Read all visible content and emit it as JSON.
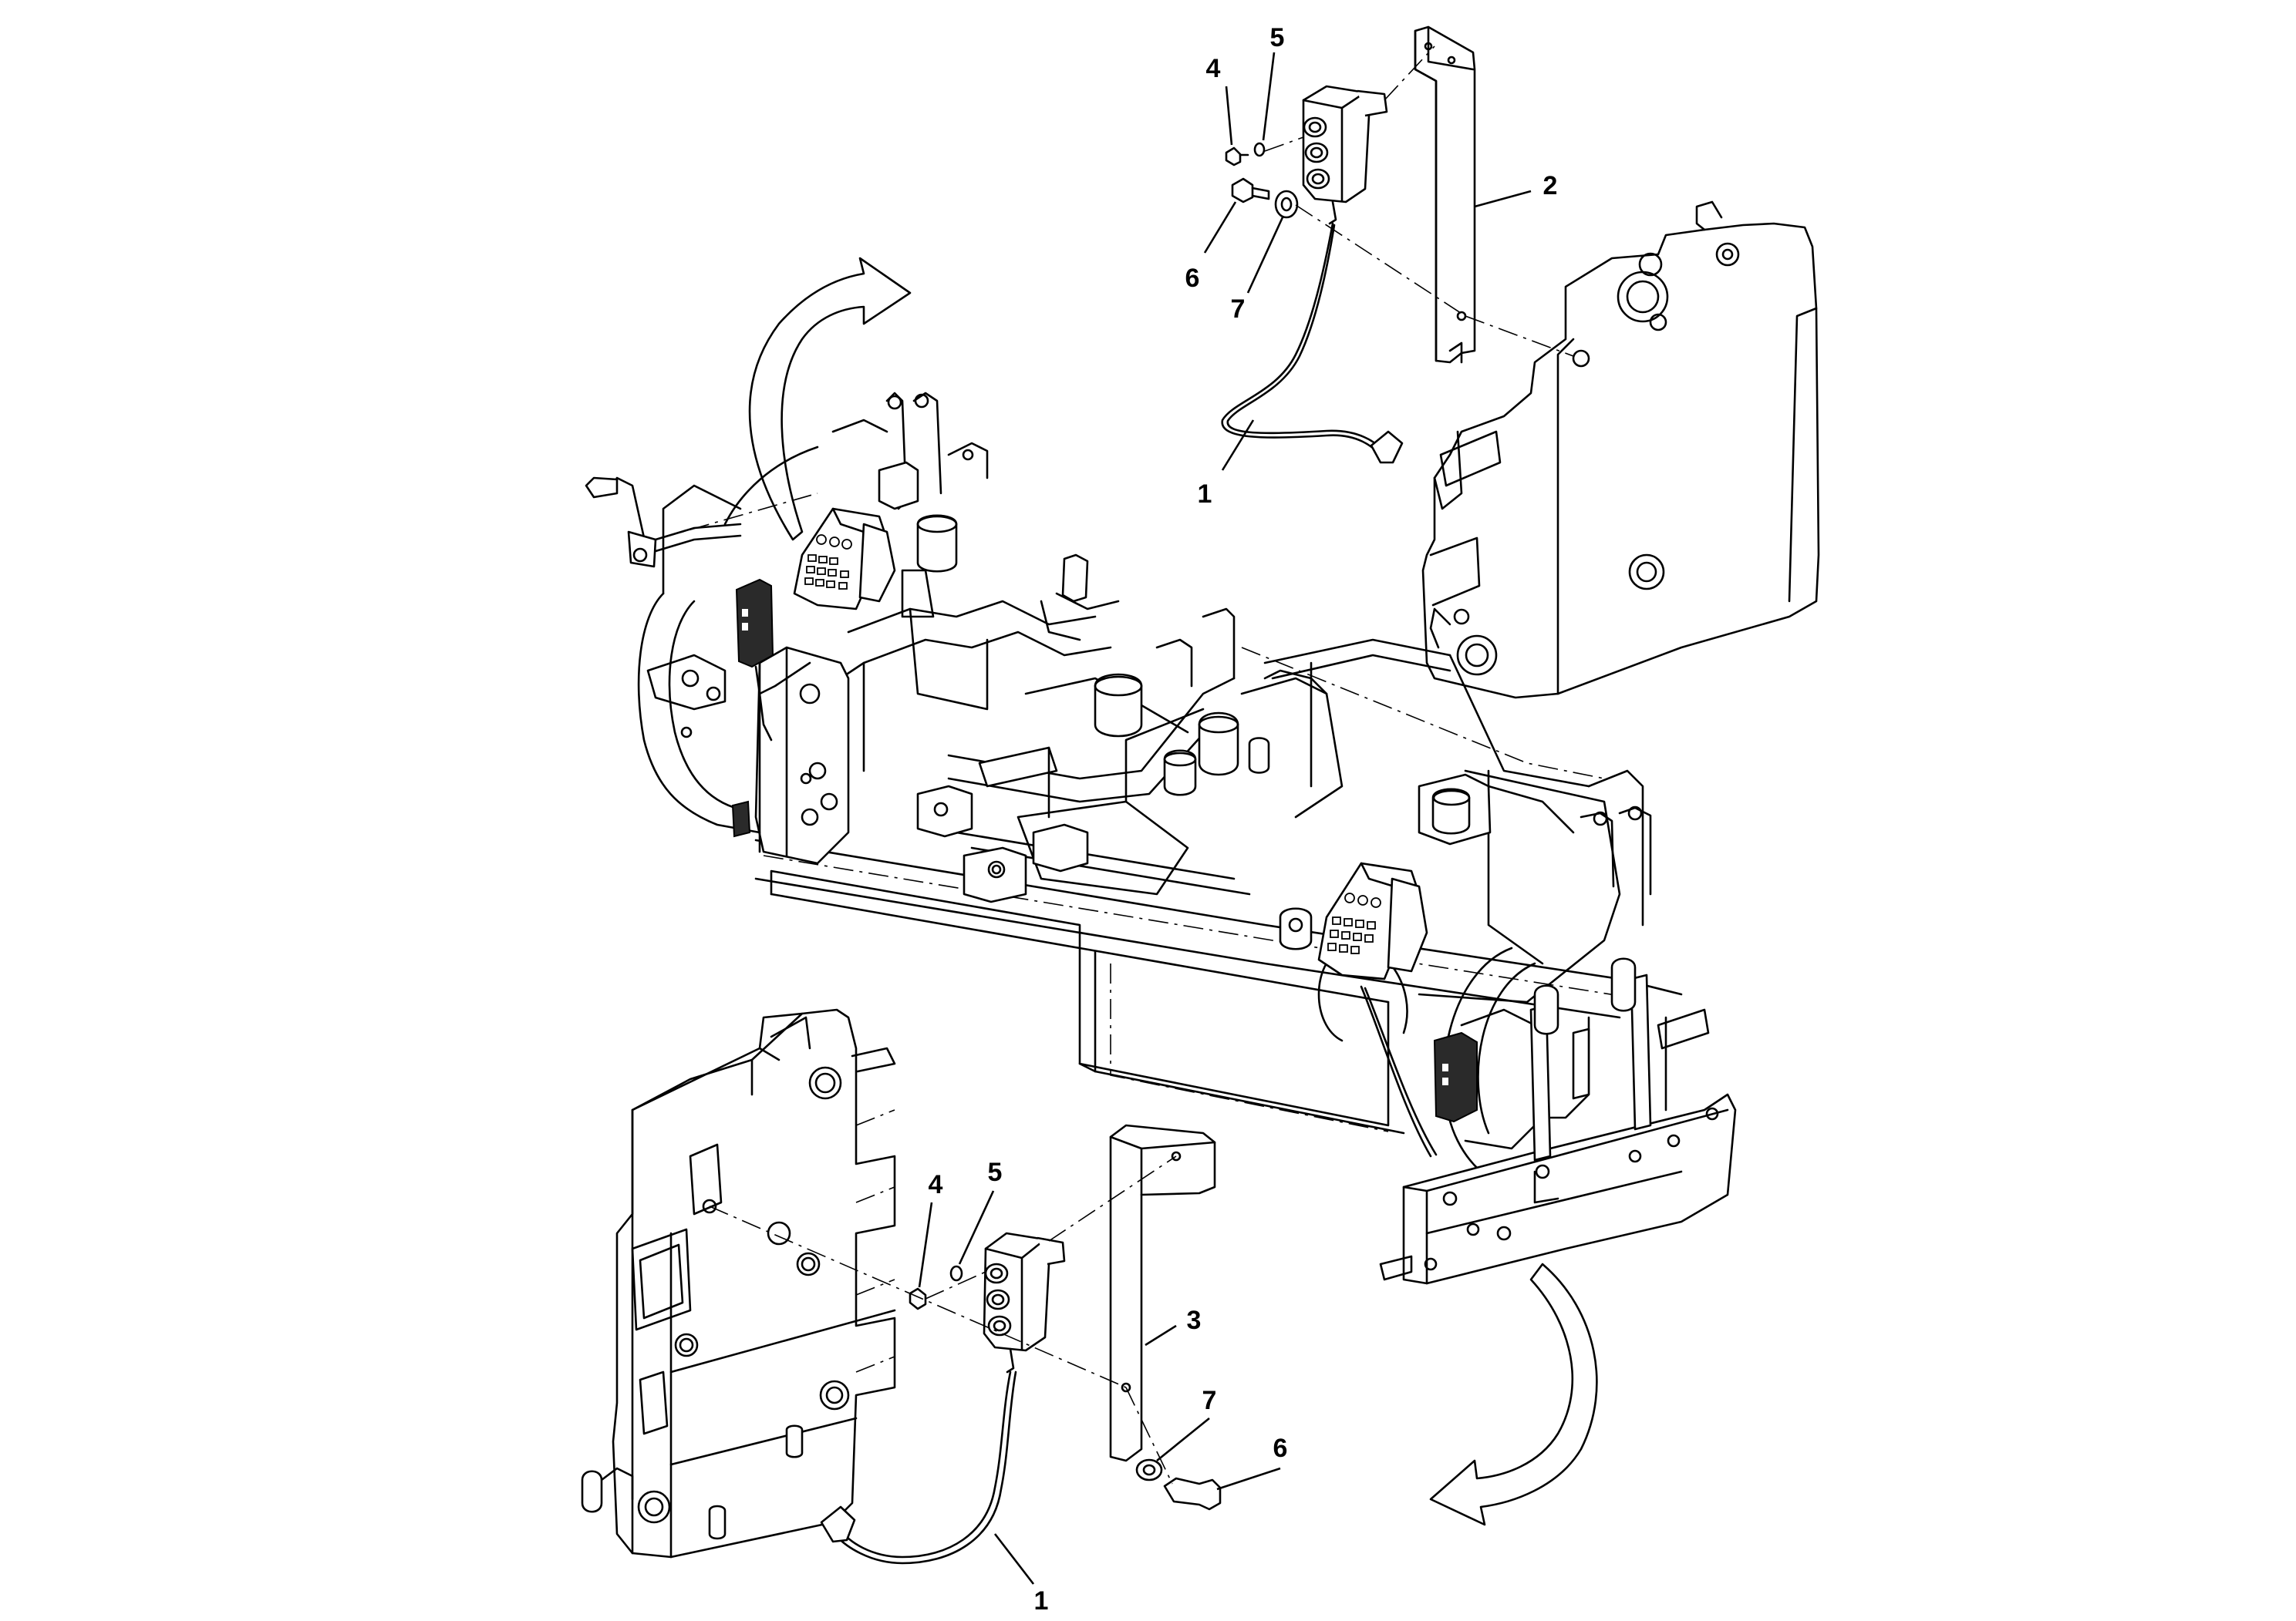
{
  "callouts": {
    "top": {
      "c4": "4",
      "c5": "5",
      "c2": "2",
      "c6": "6",
      "c7": "7",
      "c1": "1"
    },
    "bottom": {
      "c4": "4",
      "c5": "5",
      "c3": "3",
      "c7": "7",
      "c6": "6",
      "c1": "1"
    }
  },
  "colors": {
    "line": "#000000",
    "background": "#ffffff",
    "dark_part": "#2a2a2a"
  }
}
